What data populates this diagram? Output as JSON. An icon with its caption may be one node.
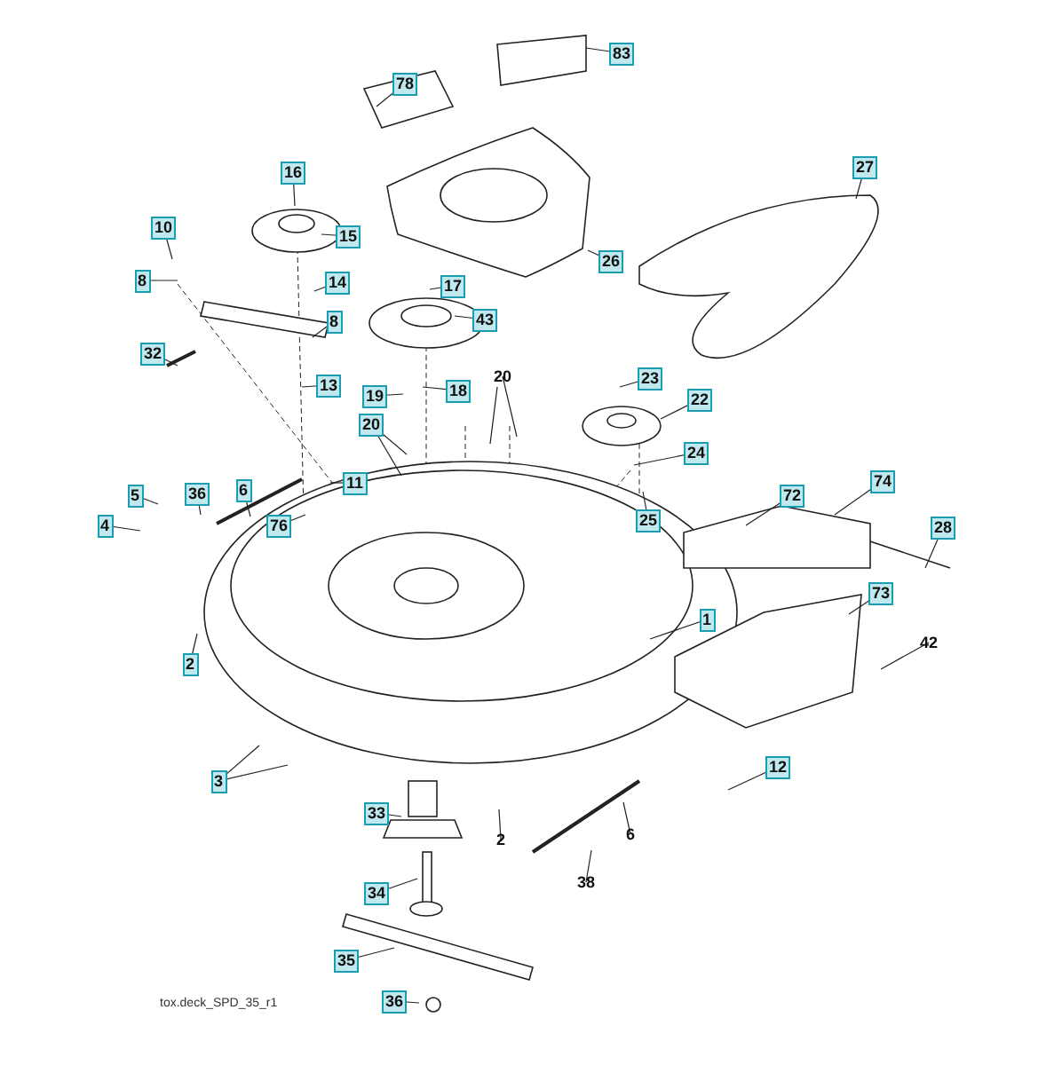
{
  "diagram": {
    "nodes": [
      {
        "text": [
          "78"
        ]
      },
      {
        "text": [
          "83"
        ]
      },
      {
        "text": [
          "16"
        ]
      },
      {
        "text": [
          "27"
        ]
      },
      {
        "text": [
          "10"
        ]
      },
      {
        "text": [
          "15"
        ]
      },
      {
        "text": [
          "8"
        ]
      },
      {
        "text": [
          "14"
        ]
      },
      {
        "text": [
          "26"
        ]
      },
      {
        "text": [
          "17"
        ]
      },
      {
        "text": [
          "8"
        ]
      },
      {
        "text": [
          "43"
        ]
      },
      {
        "text": [
          "32"
        ]
      },
      {
        "text": [
          "13"
        ]
      },
      {
        "text": [
          "19"
        ]
      },
      {
        "text": [
          "18"
        ]
      },
      {
        "text": [
          "20"
        ]
      },
      {
        "text": [
          "23"
        ]
      },
      {
        "text": [
          "22"
        ]
      },
      {
        "text": [
          "20"
        ]
      },
      {
        "text": [
          "24"
        ]
      },
      {
        "text": [
          "11"
        ]
      },
      {
        "text": [
          "5"
        ]
      },
      {
        "text": [
          "36"
        ]
      },
      {
        "text": [
          "6"
        ]
      },
      {
        "text": [
          "72"
        ]
      },
      {
        "text": [
          "74"
        ]
      },
      {
        "text": [
          "76"
        ]
      },
      {
        "text": [
          "4"
        ]
      },
      {
        "text": [
          "25"
        ]
      },
      {
        "text": [
          "28"
        ]
      },
      {
        "text": [
          "73"
        ]
      },
      {
        "text": [
          "1"
        ]
      },
      {
        "text": [
          "2"
        ]
      },
      {
        "text": [
          "42"
        ]
      },
      {
        "text": [
          "3"
        ]
      },
      {
        "text": [
          "12"
        ]
      },
      {
        "text": [
          "33"
        ]
      },
      {
        "text": [
          "2"
        ]
      },
      {
        "text": [
          "6"
        ]
      },
      {
        "text": [
          "38"
        ]
      },
      {
        "text": [
          "34"
        ]
      },
      {
        "text": [
          "35"
        ]
      },
      {
        "text": [
          "36"
        ]
      }
    ],
    "edges": [
      {
        "from": 0,
        "to": null,
        "arrow": "none"
      },
      {
        "from": 1,
        "to": null,
        "arrow": "none"
      },
      {
        "from": 2,
        "to": null,
        "arrow": "none"
      },
      {
        "from": 3,
        "to": null,
        "arrow": "none"
      },
      {
        "from": 4,
        "to": null,
        "arrow": "none"
      },
      {
        "from": 5,
        "to": null,
        "arrow": "none"
      },
      {
        "from": 6,
        "to": null,
        "arrow": "none"
      },
      {
        "from": 7,
        "to": null,
        "arrow": "none"
      },
      {
        "from": 8,
        "to": null,
        "arrow": "none"
      },
      {
        "from": 9,
        "to": null,
        "arrow": "none"
      },
      {
        "from": 10,
        "to": null,
        "arrow": "none"
      },
      {
        "from": 11,
        "to": null,
        "arrow": "none"
      },
      {
        "from": 12,
        "to": null,
        "arrow": "none"
      },
      {
        "from": 13,
        "to": null,
        "arrow": "none"
      },
      {
        "from": 14,
        "to": null,
        "arrow": "none"
      },
      {
        "from": 15,
        "to": null,
        "arrow": "none"
      },
      {
        "from": 16,
        "to": null,
        "arrow": "none"
      },
      {
        "from": 16,
        "to": null,
        "arrow": "none"
      },
      {
        "from": 17,
        "to": null,
        "arrow": "none"
      },
      {
        "from": 18,
        "to": null,
        "arrow": "none"
      },
      {
        "from": 19,
        "to": null,
        "arrow": "none"
      },
      {
        "from": 19,
        "to": null,
        "arrow": "none"
      },
      {
        "from": 20,
        "to": null,
        "arrow": "none"
      },
      {
        "from": 21,
        "to": null,
        "arrow": "none"
      },
      {
        "from": 22,
        "to": null,
        "arrow": "none"
      },
      {
        "from": 23,
        "to": null,
        "arrow": "none"
      },
      {
        "from": 24,
        "to": null,
        "arrow": "none"
      },
      {
        "from": 25,
        "to": null,
        "arrow": "none"
      },
      {
        "from": 26,
        "to": null,
        "arrow": "none"
      },
      {
        "from": 27,
        "to": null,
        "arrow": "none"
      },
      {
        "from": 28,
        "to": null,
        "arrow": "none"
      },
      {
        "from": 29,
        "to": null,
        "arrow": "none"
      },
      {
        "from": 30,
        "to": null,
        "arrow": "none"
      },
      {
        "from": 31,
        "to": null,
        "arrow": "none"
      },
      {
        "from": 32,
        "to": null,
        "arrow": "none"
      },
      {
        "from": 33,
        "to": null,
        "arrow": "none"
      },
      {
        "from": 34,
        "to": null,
        "arrow": "none"
      },
      {
        "from": 35,
        "to": null,
        "arrow": "none"
      },
      {
        "from": 35,
        "to": null,
        "arrow": "none"
      },
      {
        "from": 36,
        "to": null,
        "arrow": "none"
      },
      {
        "from": 37,
        "to": null,
        "arrow": "none"
      },
      {
        "from": 38,
        "to": null,
        "arrow": "none"
      },
      {
        "from": 39,
        "to": null,
        "arrow": "none"
      },
      {
        "from": 40,
        "to": null,
        "arrow": "none"
      },
      {
        "from": 41,
        "to": null,
        "arrow": "none"
      },
      {
        "from": 42,
        "to": null,
        "arrow": "none"
      },
      {
        "from": 43,
        "to": null,
        "arrow": "none"
      }
    ],
    "labels": [
      "tox.deck_SPD_35_r1"
    ]
  }
}
